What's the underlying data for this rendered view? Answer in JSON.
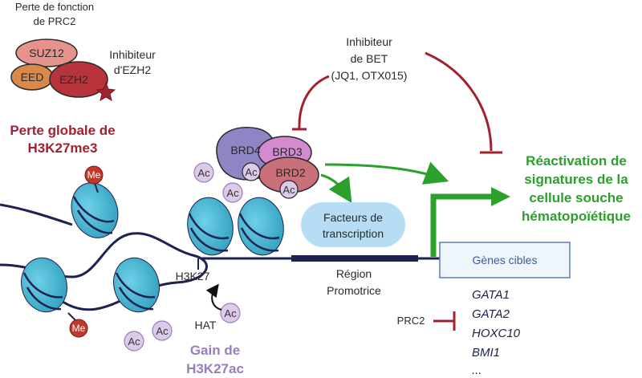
{
  "prc2_loss": {
    "line1": "Perte de fonction",
    "line2": "de PRC2"
  },
  "prc2_complex": {
    "suz12": "SUZ12",
    "eed": "EED",
    "ezh2": "EZH2"
  },
  "ezh2_inhibitor": {
    "line1": "Inhibiteur",
    "line2": "d'EZH2"
  },
  "global_loss": {
    "line1": "Perte globale de",
    "line2": "H3K27me3"
  },
  "bet_inhibitor": {
    "line1": "Inhibiteur",
    "line2": "de BET",
    "line3": "(JQ1, OTX015)"
  },
  "bromodomain": {
    "brd4": "BRD4",
    "brd3": "BRD3",
    "brd2": "BRD2"
  },
  "reactivation": {
    "line1": "Réactivation de",
    "line2": "signatures de la",
    "line3": "cellule souche",
    "line4": "hématopoïétique"
  },
  "tf": {
    "line1": "Facteurs de",
    "line2": "transcription"
  },
  "promoter": {
    "line1": "Région",
    "line2": "Promotrice"
  },
  "target_genes": {
    "label": "Gènes cibles",
    "genes": [
      "GATA1",
      "GATA2",
      "HOXC10",
      "BMI1",
      "..."
    ]
  },
  "prc2_repress": "PRC2",
  "h3k27": "H3K27",
  "hat": "HAT",
  "gain": {
    "line1": "Gain de",
    "line2": "H3K27ac"
  },
  "marks": {
    "me": "Me",
    "ac": "Ac"
  },
  "colors": {
    "nucleosome": "#4bb8d4",
    "dna": "#1e2250",
    "red": "#a3212f",
    "green": "#2ca02c",
    "purple": "#9b7cbf",
    "ac_fill": "#dccbe8",
    "me_fill": "#c0392b"
  }
}
